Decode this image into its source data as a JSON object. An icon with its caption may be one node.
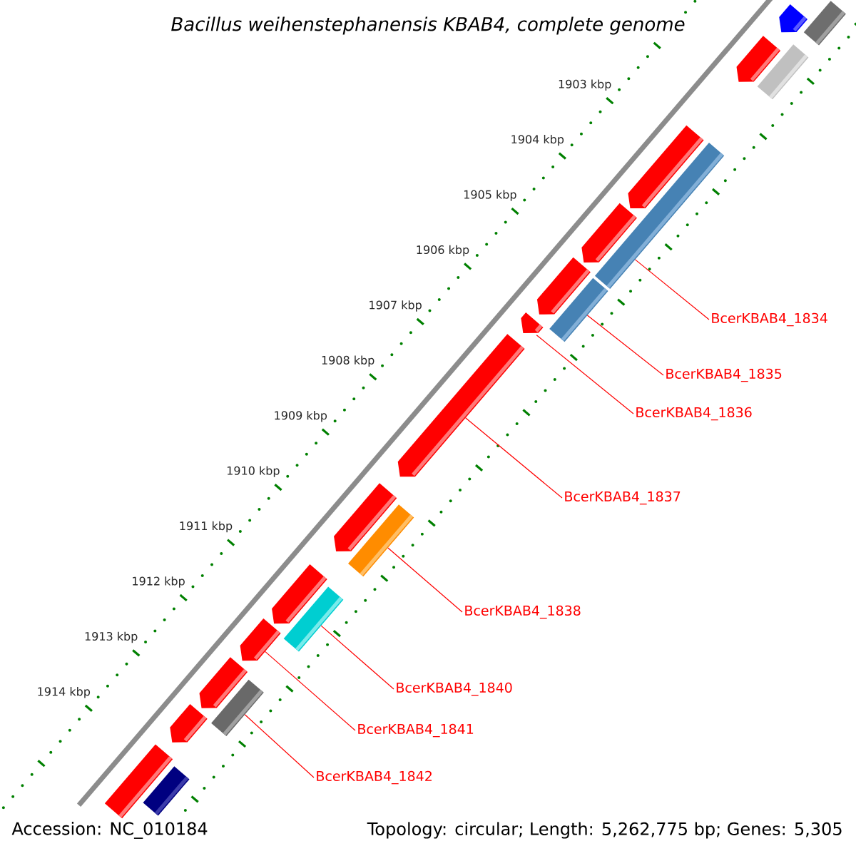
{
  "diagram": {
    "title": "Bacillus weihenstephanensis KBAB4, complete genome",
    "nodes": [
      {
        "text": [
          "BcerKBAB4_1834"
        ]
      },
      {
        "text": [
          "BcerKBAB4_1835"
        ]
      },
      {
        "text": [
          "BcerKBAB4_1836"
        ]
      },
      {
        "text": [
          "BcerKBAB4_1837"
        ]
      },
      {
        "text": [
          "BcerKBAB4_1838"
        ]
      },
      {
        "text": [
          "BcerKBAB4_1840"
        ]
      },
      {
        "text": [
          "BcerKBAB4_1841"
        ]
      },
      {
        "text": [
          "BcerKBAB4_1842"
        ]
      },
      {
        "text": [],
        "shape": "box"
      },
      {
        "text": [],
        "shape": "pentagon"
      },
      {
        "text": [],
        "shape": "box"
      },
      {
        "text": [],
        "shape": "pentagon"
      },
      {
        "text": [],
        "shape": "box"
      },
      {
        "text": [],
        "shape": "pentagon"
      },
      {
        "text": [],
        "shape": "pentagon"
      },
      {
        "text": [],
        "shape": "pentagon"
      },
      {
        "text": [],
        "shape": "box"
      },
      {
        "text": [],
        "shape": "pentagon"
      },
      {
        "text": [],
        "shape": "pentagon"
      },
      {
        "text": [],
        "shape": "pentagon"
      },
      {
        "text": [],
        "shape": "box"
      },
      {
        "text": [],
        "shape": "pentagon"
      },
      {
        "text": [],
        "shape": "box"
      },
      {
        "text": [],
        "shape": "pentagon"
      },
      {
        "text": [],
        "shape": "pentagon"
      },
      {
        "text": [],
        "shape": "box"
      },
      {
        "text": [],
        "shape": "pentagon"
      },
      {
        "text": [],
        "shape": "box"
      },
      {
        "text": [],
        "shape": "box"
      }
    ],
    "edges": [
      {
        "from": 0,
        "to": 12,
        "arrow": "none"
      },
      {
        "from": 1,
        "to": 16,
        "arrow": "none"
      },
      {
        "from": 2,
        "to": 17,
        "arrow": "none"
      },
      {
        "from": 3,
        "to": 18,
        "arrow": "none"
      },
      {
        "from": 4,
        "to": 20,
        "arrow": "none"
      },
      {
        "from": 5,
        "to": 22,
        "arrow": "none"
      },
      {
        "from": 6,
        "to": 23,
        "arrow": "none"
      },
      {
        "from": 7,
        "to": 25,
        "arrow": "none"
      }
    ],
    "labels": [
      "1903 kbp",
      "1904 kbp",
      "1905 kbp",
      "1906 kbp",
      "1907 kbp",
      "1908 kbp",
      "1909 kbp",
      "1910 kbp",
      "1911 kbp",
      "1912 kbp",
      "1913 kbp",
      "1914 kbp",
      "Accession: NC_010184",
      "Topology: circular; Length: 5,262,775 bp; Genes: 5,305"
    ]
  }
}
